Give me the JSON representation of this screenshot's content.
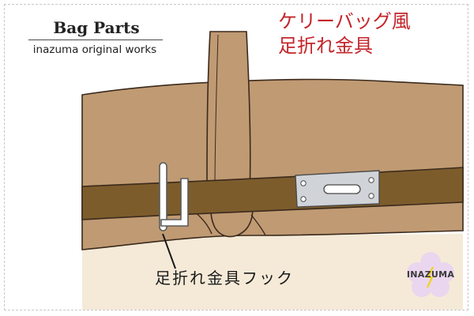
{
  "brand": {
    "title": "Bag Parts",
    "subtitle": "inazuma original works"
  },
  "product": {
    "title_line1": "ケリーバッグ風",
    "title_line2": "足折れ金具"
  },
  "callout": {
    "label": "足折れ金具フック"
  },
  "logo": {
    "text": "INAZUMA"
  },
  "colors": {
    "bag_leather": "#c09a73",
    "bag_outline": "#3a2a1c",
    "belt_strap": "#7d5c2c",
    "bag_lower": "#f5ead8",
    "metal_plate": "#d0d3d8",
    "title_red": "#c4252a",
    "logo_flower": "#ead6ee"
  },
  "icons": {
    "hook": "folding-foot-hook-icon",
    "logo": "flower-logo-icon"
  }
}
